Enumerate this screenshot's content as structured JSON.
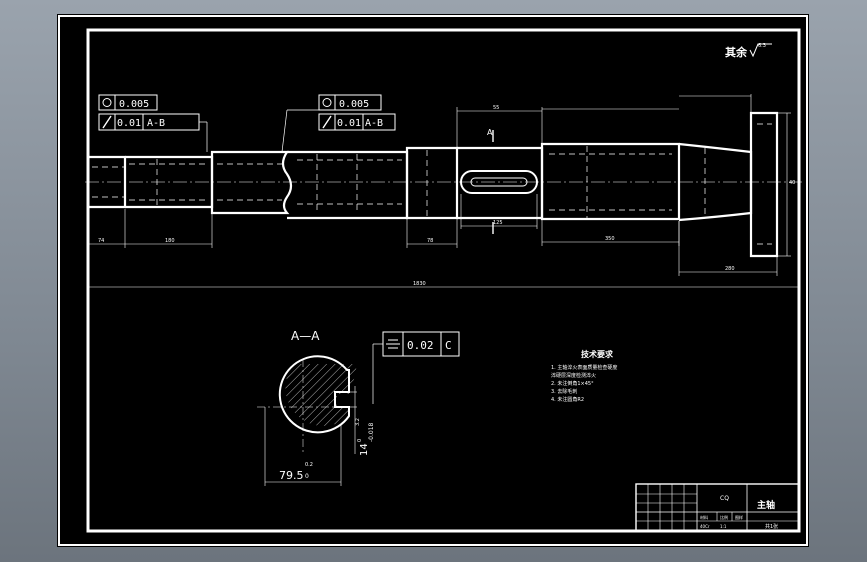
{
  "drawing": {
    "surface_roughness_note": "其余",
    "roughness_default": "6.3",
    "tolerance_frame_left": {
      "circularity": "0.005",
      "runout": "0.01",
      "datum": "A-B"
    },
    "tolerance_frame_right": {
      "circularity": "0.005",
      "runout": "0.01",
      "datum": "A-B"
    },
    "section_marker": "A",
    "section_title": "A—A",
    "symmetry_tolerance": "0.02",
    "symmetry_datum": "C",
    "diameter_dim": "79.5",
    "diameter_tol_upper": "0.2",
    "diameter_tol_lower": "0",
    "keyway_dim": "14",
    "keyway_tol": "-0.018",
    "keyway_tol_zero": "0",
    "roughness_small": "3.2",
    "tech_req": {
      "title": "技术要求",
      "items": [
        "1. 主轴淬火表面质量检查硬度",
        "   淬硬层深度检测淬火",
        "2. 未注倒角1×45°",
        "3. 去除毛刺",
        "4. 未注圆角R2"
      ]
    },
    "dims": {
      "total_length": "1830",
      "seg1": "74",
      "seg2": "180",
      "seg3": "78",
      "seg4": "350",
      "seg5": "280",
      "keyway_len": "125",
      "keyway_pos": "55",
      "flange_w": "40"
    },
    "title_block": {
      "part_name": "主轴",
      "drawing_no": "CQ",
      "material": "40Cr",
      "scale": "1:1",
      "sheet": "共1张",
      "material_label": "材料",
      "scale_label": "比例",
      "sheet_label": "图样"
    }
  }
}
